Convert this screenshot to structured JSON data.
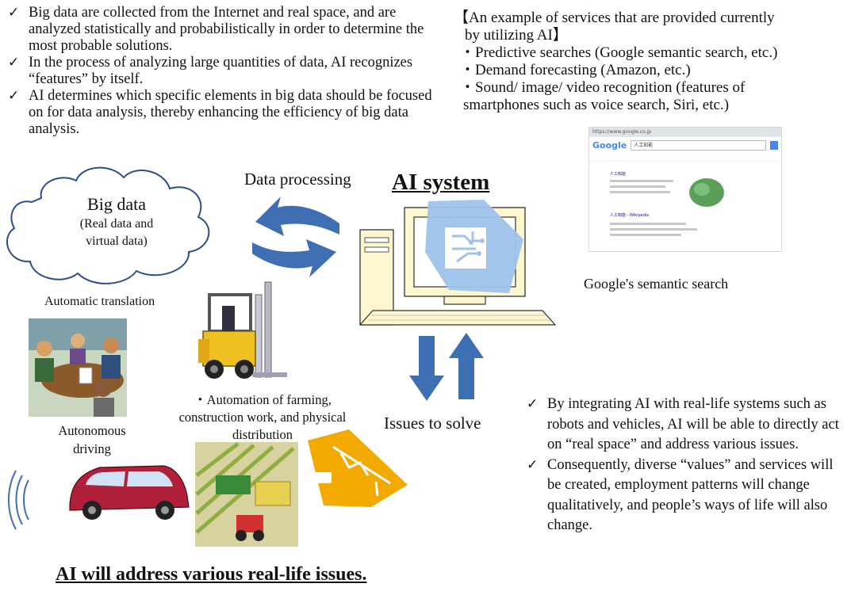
{
  "top_left_bullets": [
    "Big data are collected from the Internet and real space, and are analyzed statistically and probabilistically in order to determine the most probable solutions.",
    "In the process of analyzing large quantities of data, AI recognizes “features” by itself.",
    "AI determines which specific elements in big data should be focused on for data analysis, thereby enhancing the efficiency of big data analysis."
  ],
  "examples": {
    "heading_line1": "【An example of services that are provided currently",
    "heading_line2": "by utilizing AI】",
    "item1": "・Predictive searches (Google semantic search, etc.)",
    "item2": "・Demand forecasting (Amazon, etc.)",
    "item3_line1": "・Sound/ image/ video recognition (features of",
    "item3_line2": "smartphones such as voice search, Siri, etc.)"
  },
  "diagram": {
    "big_data_title": "Big data",
    "big_data_sub_line1": "(Real data and",
    "big_data_sub_line2": "virtual data)",
    "data_processing": "Data processing",
    "ai_system": "AI system",
    "issues_to_solve": "Issues to solve",
    "google_caption": "Google's semantic search",
    "automatic_translation": "Automatic translation",
    "autonomous_line1": "Autonomous",
    "autonomous_line2": "driving",
    "automation_line1": "・Automation of farming,",
    "automation_line2": "construction work, and physical",
    "automation_line3": "distribution",
    "bottom_title": "AI will address various real-life issues."
  },
  "google_screenshot": {
    "logo": "Google",
    "query": "人工知能",
    "result1_title": "人工知能",
    "result2_title": "人工知能 - Wikipedia"
  },
  "bottom_right_bullets": [
    "By integrating AI with real-life systems such as robots and vehicles, AI will be able to directly act on “real space” and address various issues.",
    "Consequently, diverse “values” and services will be created, employment patterns will change qualitatively, and people’s ways of life will also change."
  ],
  "colors": {
    "arrow_blue": "#3f6fb3",
    "chip_blue": "#9ec3ec",
    "computer_body": "#fdf6cf",
    "forklift_yellow": "#f0c020",
    "crane_orange": "#f2a900",
    "car_red": "#b0203a",
    "oval_red": "#d62020"
  }
}
